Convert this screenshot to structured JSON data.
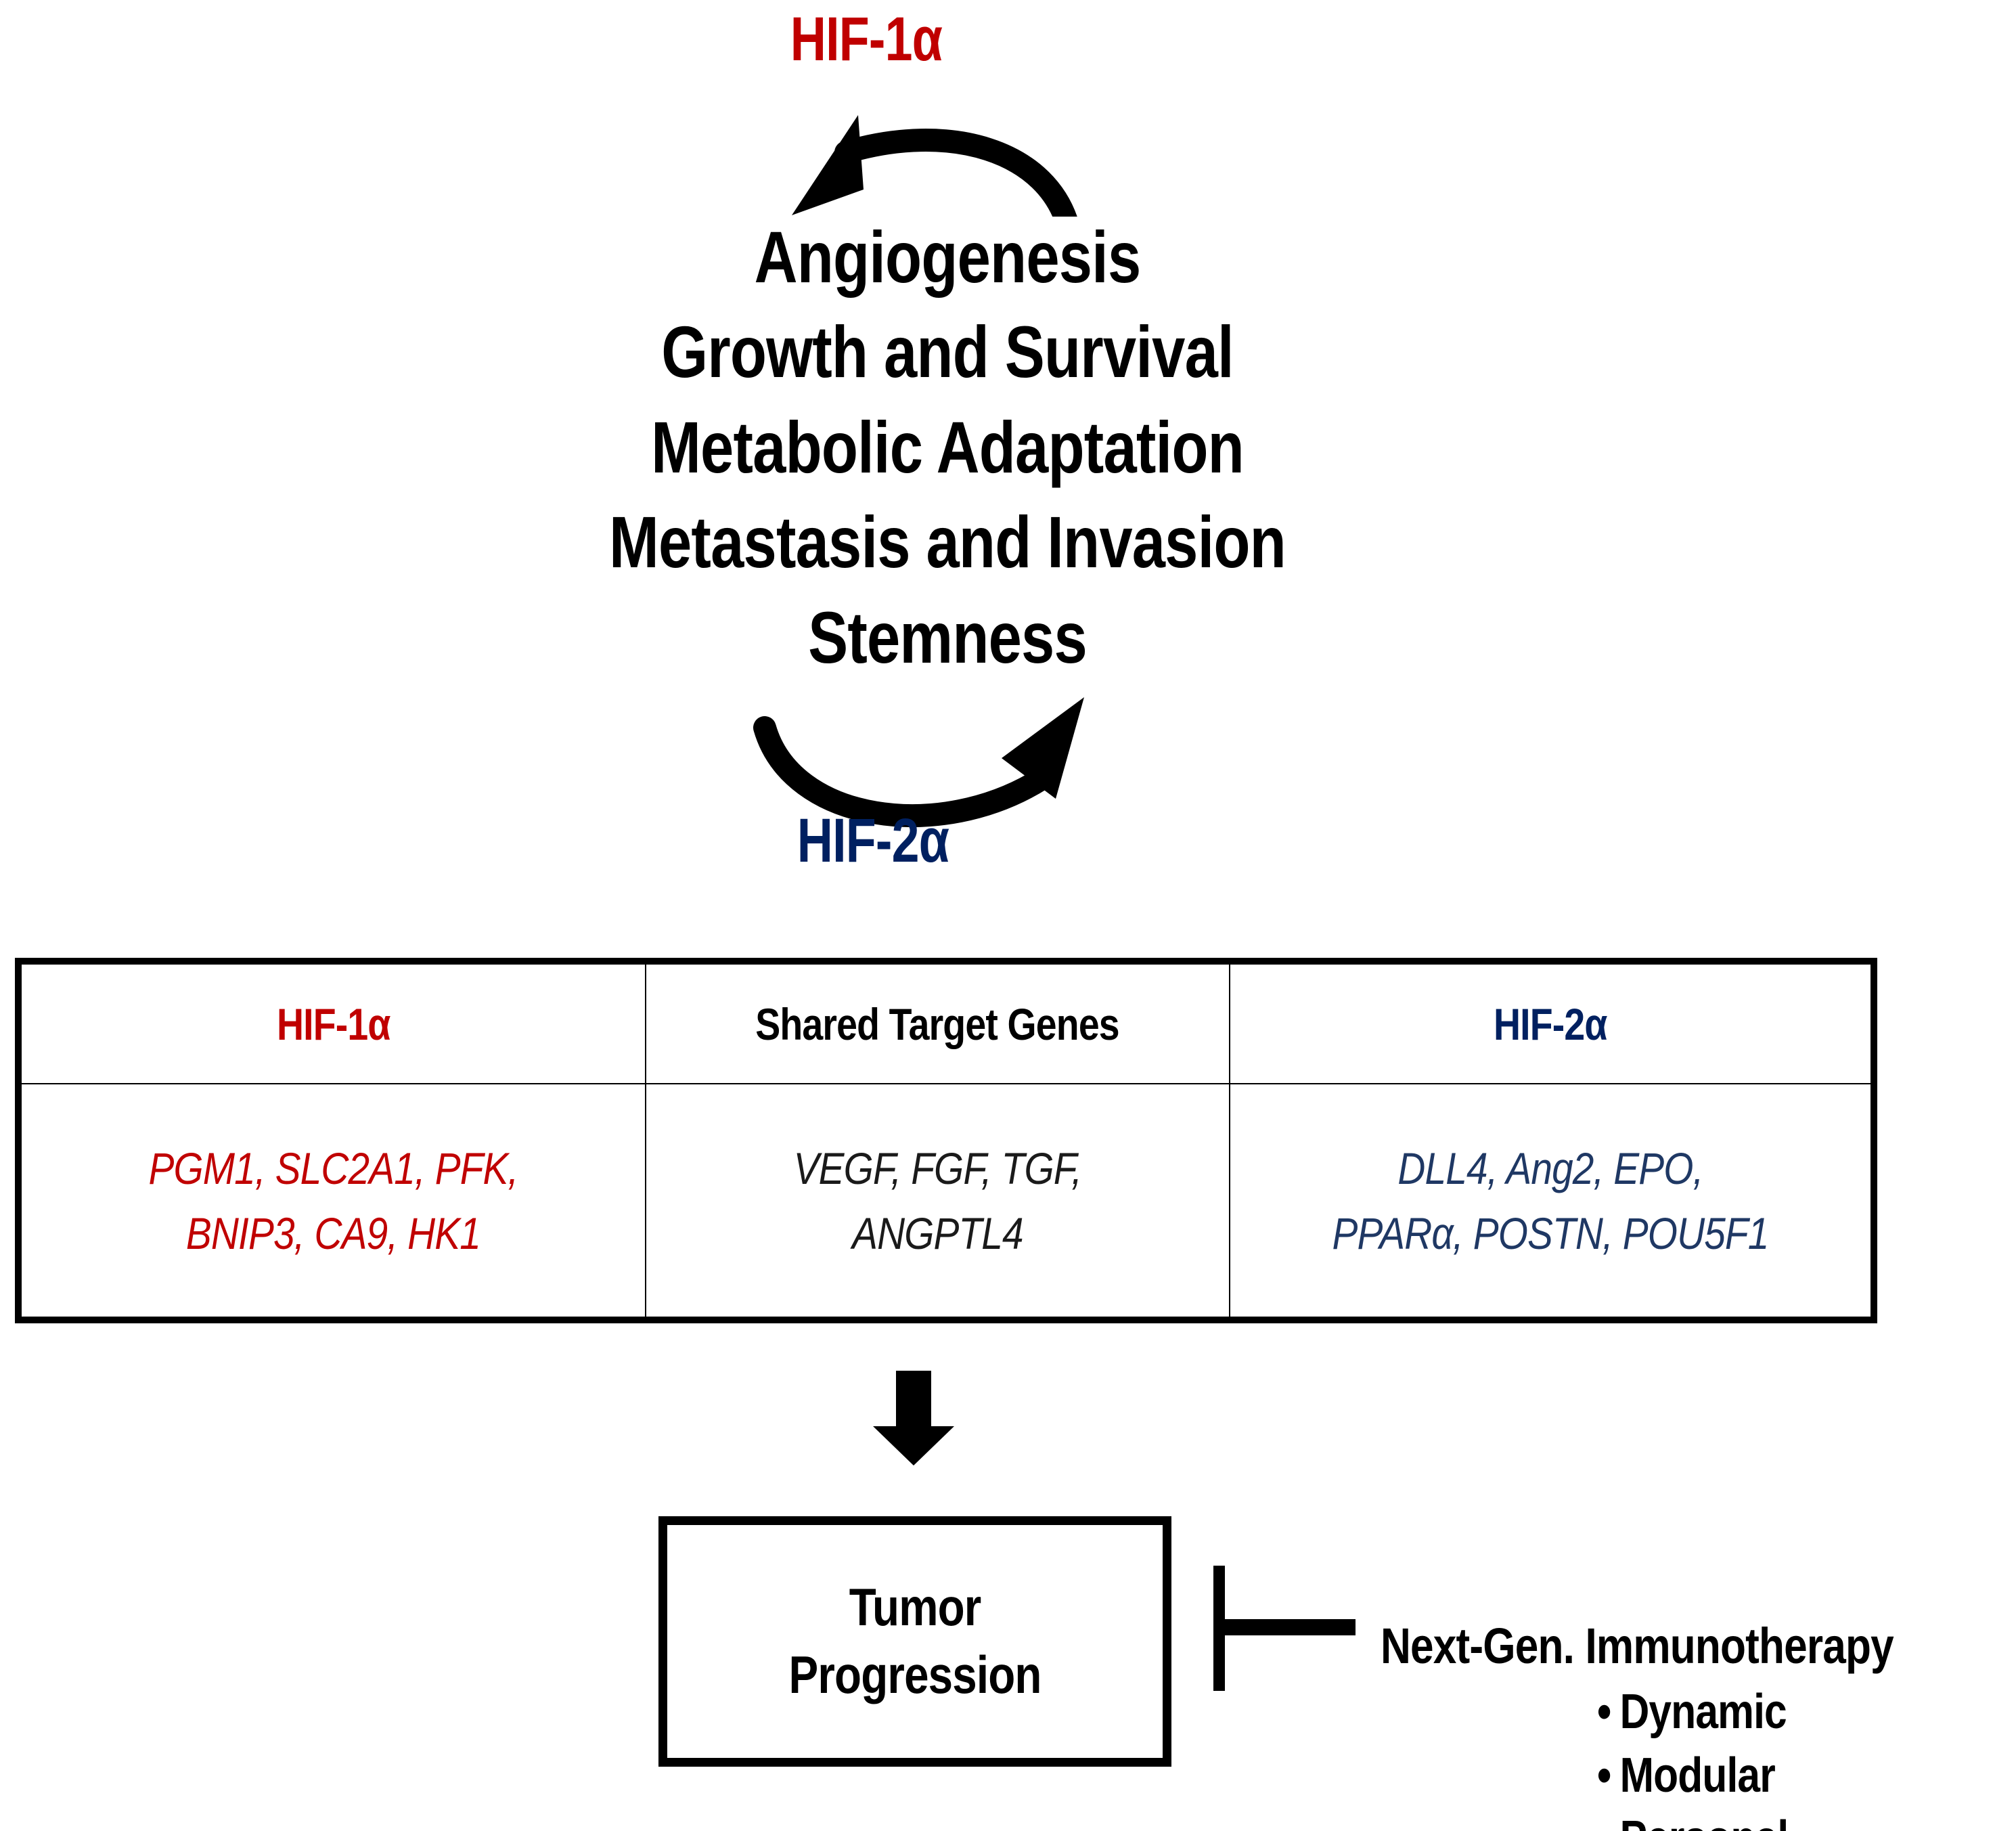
{
  "figure": {
    "hif1a_label": "HIF-1α",
    "hif2a_label": "HIF-2α",
    "colors": {
      "hif1a_red": "#C00000",
      "hif2a_blue": "#002060",
      "text_black": "#000000"
    }
  },
  "phenotypes": {
    "lines": [
      "Angiogenesis",
      "Growth and Survival",
      "Metabolic Adaptation",
      "Metastasis and Invasion",
      "Stemness"
    ]
  },
  "gene_table": {
    "headers": [
      "HIF-1α",
      "Shared Target Genes",
      "HIF-2α"
    ],
    "cells": [
      {
        "line1": "PGM1, SLC2A1, PFK,",
        "line2": "BNIP3, CA9, HK1"
      },
      {
        "line1": "VEGF, FGF, TGF,",
        "line2": "ANGPTL4"
      },
      {
        "line1": "DLL4, Ang2, EPO,",
        "line2": "PPARα, POSTN, POU5F1"
      }
    ]
  },
  "outcome": {
    "box_line1": "Tumor",
    "box_line2": "Progression"
  },
  "therapy": {
    "title": "Next-Gen. Immunotherapy",
    "bullet_char": "•",
    "bullets": [
      "Dynamic",
      "Modular",
      "Personal"
    ]
  }
}
